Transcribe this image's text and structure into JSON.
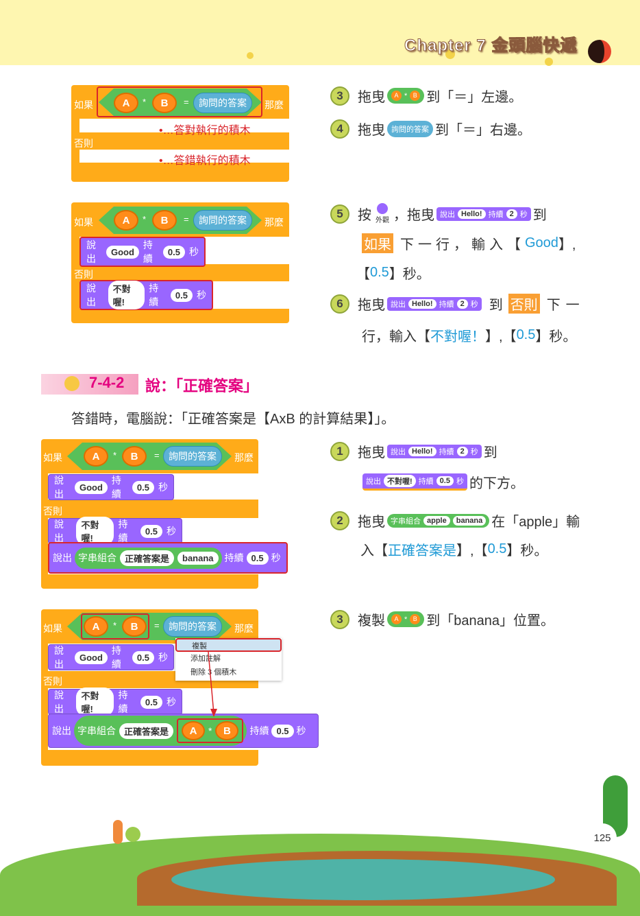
{
  "header": {
    "chapter": "Chapter 7 金頭腦快遞"
  },
  "blocks": {
    "if": "如果",
    "then": "那麼",
    "else": "否則",
    "a": "A",
    "b": "B",
    "times": "*",
    "eq": "=",
    "answer": "詢問的答案",
    "say": "說出",
    "for": "持續",
    "sec": "秒",
    "good": "Good",
    "wrong": "不對喔!",
    "dur": "0.5",
    "join": "字串組合",
    "correct": "正確答案是",
    "banana": "banana",
    "apple": "apple",
    "hello": "Hello!",
    "two": "2",
    "wrong_note": "•…答錯執行的積木",
    "right_note": "•…答對執行的積木"
  },
  "menu": [
    "複製",
    "添加註解",
    "刪除 3 個積木"
  ],
  "steps_top": [
    {
      "n": "3",
      "pre": "拖曳",
      "post": "到「＝」左邊。"
    },
    {
      "n": "4",
      "pre": "拖曳",
      "post": "到「＝」右邊。"
    },
    {
      "n": "5",
      "pre": "按",
      "icon_label": "外觀",
      "mid": "，拖曳",
      "to": "到",
      "hl": "如果",
      "rest": "下一行，輸入【",
      "good": "Good",
      "close": "】,",
      "l2open": "【",
      "l2val": "0.5",
      "l2rest": "】秒。"
    },
    {
      "n": "6",
      "pre": "拖曳",
      "to": "到",
      "hl": "否則",
      "rest": "下一",
      "l2a": "行，輸入【",
      "l2val": "不對喔！",
      "l2b": "】,【",
      "l2val2": "0.5",
      "l2c": "】秒。"
    }
  ],
  "section": {
    "num": "7-4-2",
    "title": "說：「正確答案」",
    "para": "答錯時，電腦說：「正確答案是【AxB 的計算結果】」。"
  },
  "steps_bottom": [
    {
      "n": "1",
      "pre": "拖曳",
      "post": "到",
      "l2": "的下方。"
    },
    {
      "n": "2",
      "pre": "拖曳",
      "post": "在「apple」輸",
      "l2a": "入【",
      "l2val": "正確答案是",
      "l2b": "】,【",
      "l2val2": "0.5",
      "l2c": "】秒。"
    },
    {
      "n": "3",
      "pre": "複製",
      "post": "到「banana」位置。"
    }
  ],
  "page_number": "125"
}
